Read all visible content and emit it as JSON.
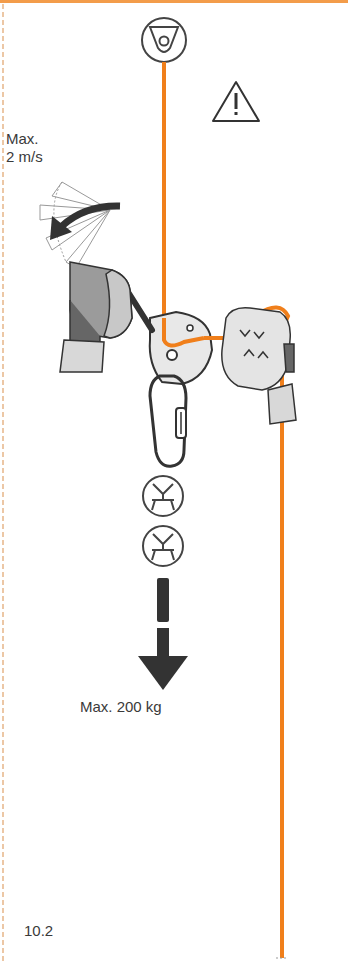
{
  "diagram": {
    "labels": [
      "Max. 2 m/s",
      "Max. 200 kg",
      "10.2"
    ]
  }
}
